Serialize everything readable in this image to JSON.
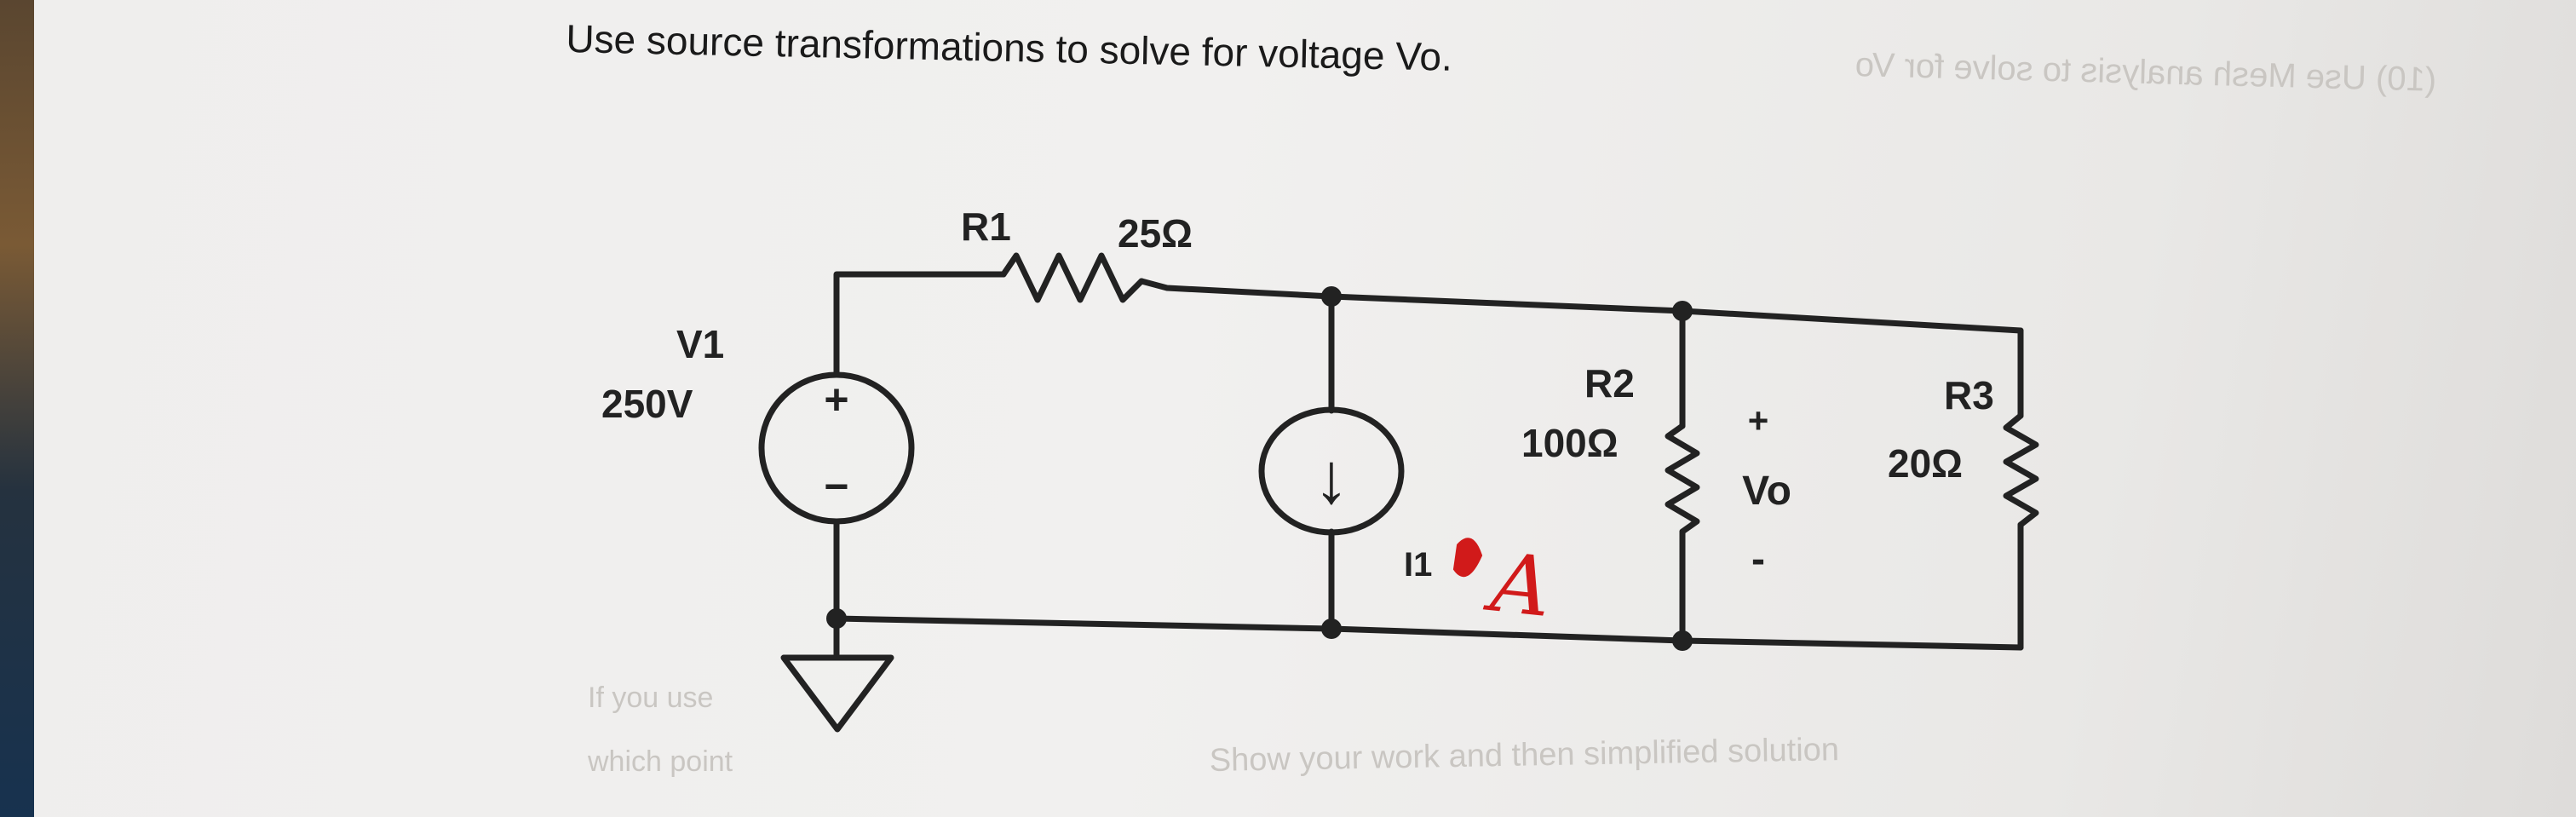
{
  "question": "Use source transformations to solve for voltage Vo.",
  "components": {
    "v1_name": "V1",
    "v1_value": "250V",
    "r1_name": "R1",
    "r1_value": "25Ω",
    "i1_name": "I1",
    "r2_name": "R2",
    "r2_value": "100Ω",
    "r3_name": "R3",
    "r3_value": "20Ω",
    "vo_label": "Vo",
    "vo_plus": "+",
    "vo_minus": "-",
    "src_plus": "+",
    "src_minus": "−",
    "current_arrow": "↓"
  },
  "handwriting": {
    "i1_unit": "A"
  },
  "colors": {
    "ink": "#222222",
    "red_pen": "#d11a1a",
    "paper": "#efeeed"
  },
  "background_bleed": {
    "top_right": "(10) Use Mesh analysis to solve for Vo",
    "bottom_right": "Show your work and then simplified solution",
    "bottom_left_1": "If you use",
    "bottom_left_2": "which point"
  }
}
